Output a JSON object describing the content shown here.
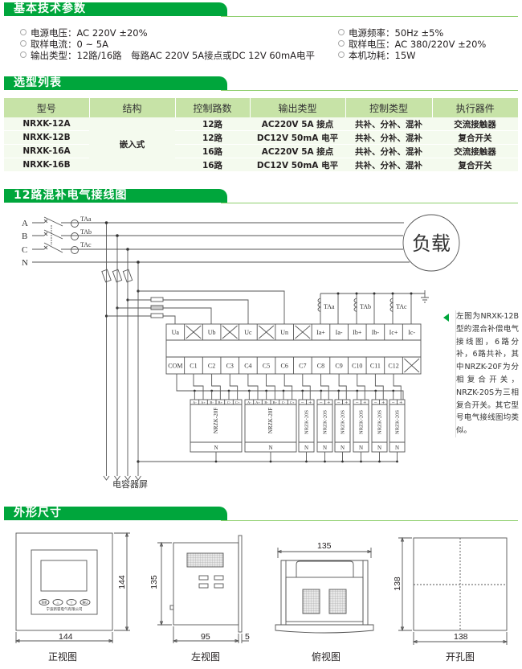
{
  "colors": {
    "accent": "#00a63c",
    "table_header": "#c7e3a7"
  },
  "sections": {
    "specs": "基本技术参数",
    "selection": "选型列表",
    "wiring": "12路混补电气接线图",
    "dimensions": "外形尺寸"
  },
  "specs": {
    "left": [
      "电源电压：AC 220V ±20%",
      "取样电流：0 ~ 5A",
      "输出类型：12路/16路　每路AC 220V 5A接点或DC 12V 60mA电平"
    ],
    "right": [
      "电源频率：50Hz ±5%",
      "取样电压：AC 380/220V ±20%",
      "本机功耗：15W"
    ]
  },
  "table": {
    "headers": [
      "型号",
      "结构",
      "控制路数",
      "输出类型",
      "控制类型",
      "执行器件"
    ],
    "structure": "嵌入式",
    "rows": [
      {
        "model": "NRXK-12A",
        "channels": "12路",
        "output": "AC220V 5A 接点",
        "control": "共补、分补、混补",
        "device": "交流接触器"
      },
      {
        "model": "NRXK-12B",
        "channels": "12路",
        "output": "DC12V 50mA 电平",
        "control": "共补、分补、混补",
        "device": "复合开关"
      },
      {
        "model": "NRXK-16A",
        "channels": "16路",
        "output": "AC220V 5A 接点",
        "control": "共补、分补、混补",
        "device": "交流接触器"
      },
      {
        "model": "NRXK-16B",
        "channels": "16路",
        "output": "DC12V 50mA 电平",
        "control": "共补、分补、混补",
        "device": "复合开关"
      }
    ]
  },
  "wiring": {
    "phases": [
      "A",
      "B",
      "C",
      "N"
    ],
    "ct_labels": [
      "TAa",
      "TAb",
      "TAc"
    ],
    "load": "负载",
    "top_terminals": [
      "Ua",
      "",
      "Ub",
      "",
      "Uc",
      "",
      "Un",
      "",
      "Ia+",
      "Ia-",
      "Ib+",
      "Ib-",
      "Ic+",
      "Ic-"
    ],
    "bottom_terminals": [
      "COM",
      "C1",
      "C2",
      "C3",
      "C4",
      "C5",
      "C6",
      "C7",
      "C8",
      "C9",
      "C10",
      "C11",
      "C12",
      ""
    ],
    "f_module": {
      "name": "NRZK-20F",
      "pins": [
        "A-",
        "A+",
        "B-",
        "B+",
        "C-",
        "C+"
      ],
      "n": "N"
    },
    "s_module": {
      "name": "NRZK-20S",
      "pins": [
        "−",
        "+"
      ],
      "n": "N"
    },
    "capacitor_screen": "电容器屏",
    "note": "左图为NRXK-12B型的混合补偿电气接线图，6路分补，6路共补，其中NRZK-20F为分相复合开关，NRZK-20S为三相复合开关。其它型号电气接线图均类似。"
  },
  "dimensions": {
    "front": {
      "caption": "正视图",
      "width": "144",
      "height": "144",
      "company": "宁波新容电气有限公司",
      "buttons": [
        "菜单",
        "△",
        "▽",
        "确认"
      ]
    },
    "left": {
      "caption": "左视图",
      "height": "135",
      "depth": "95",
      "flange": "5"
    },
    "top": {
      "caption": "俯视图",
      "width": "135"
    },
    "cutout": {
      "caption": "开孔图",
      "width": "138",
      "height": "138"
    }
  }
}
